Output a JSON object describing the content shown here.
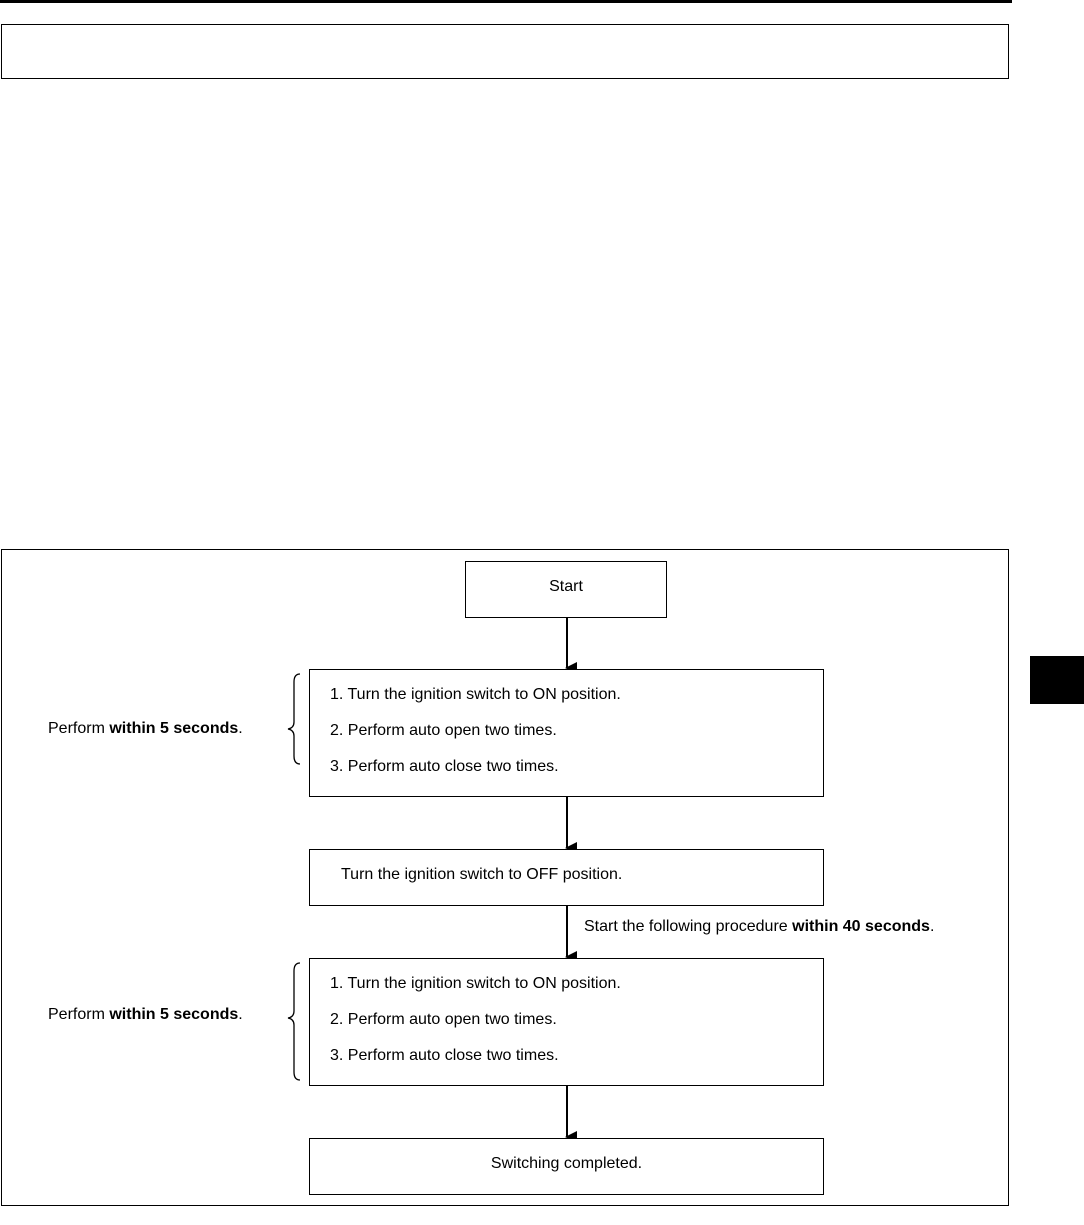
{
  "start": "Start",
  "group1": {
    "steps": [
      "1. Turn the ignition switch to ON position.",
      "2. Perform auto open two times.",
      "3. Perform auto close two times."
    ],
    "note_prefix": "Perform ",
    "note_bold": "within 5 seconds",
    "note_suffix": "."
  },
  "off_step": "Turn the ignition switch to OFF position.",
  "transition_note": {
    "prefix": "Start the following procedure ",
    "bold": "within 40 seconds",
    "suffix": "."
  },
  "group2": {
    "steps": [
      "1. Turn the ignition switch to ON position.",
      "2. Perform auto open two times.",
      "3. Perform auto close two times."
    ],
    "note_prefix": "Perform ",
    "note_bold": "within 5 seconds",
    "note_suffix": "."
  },
  "end": "Switching completed."
}
